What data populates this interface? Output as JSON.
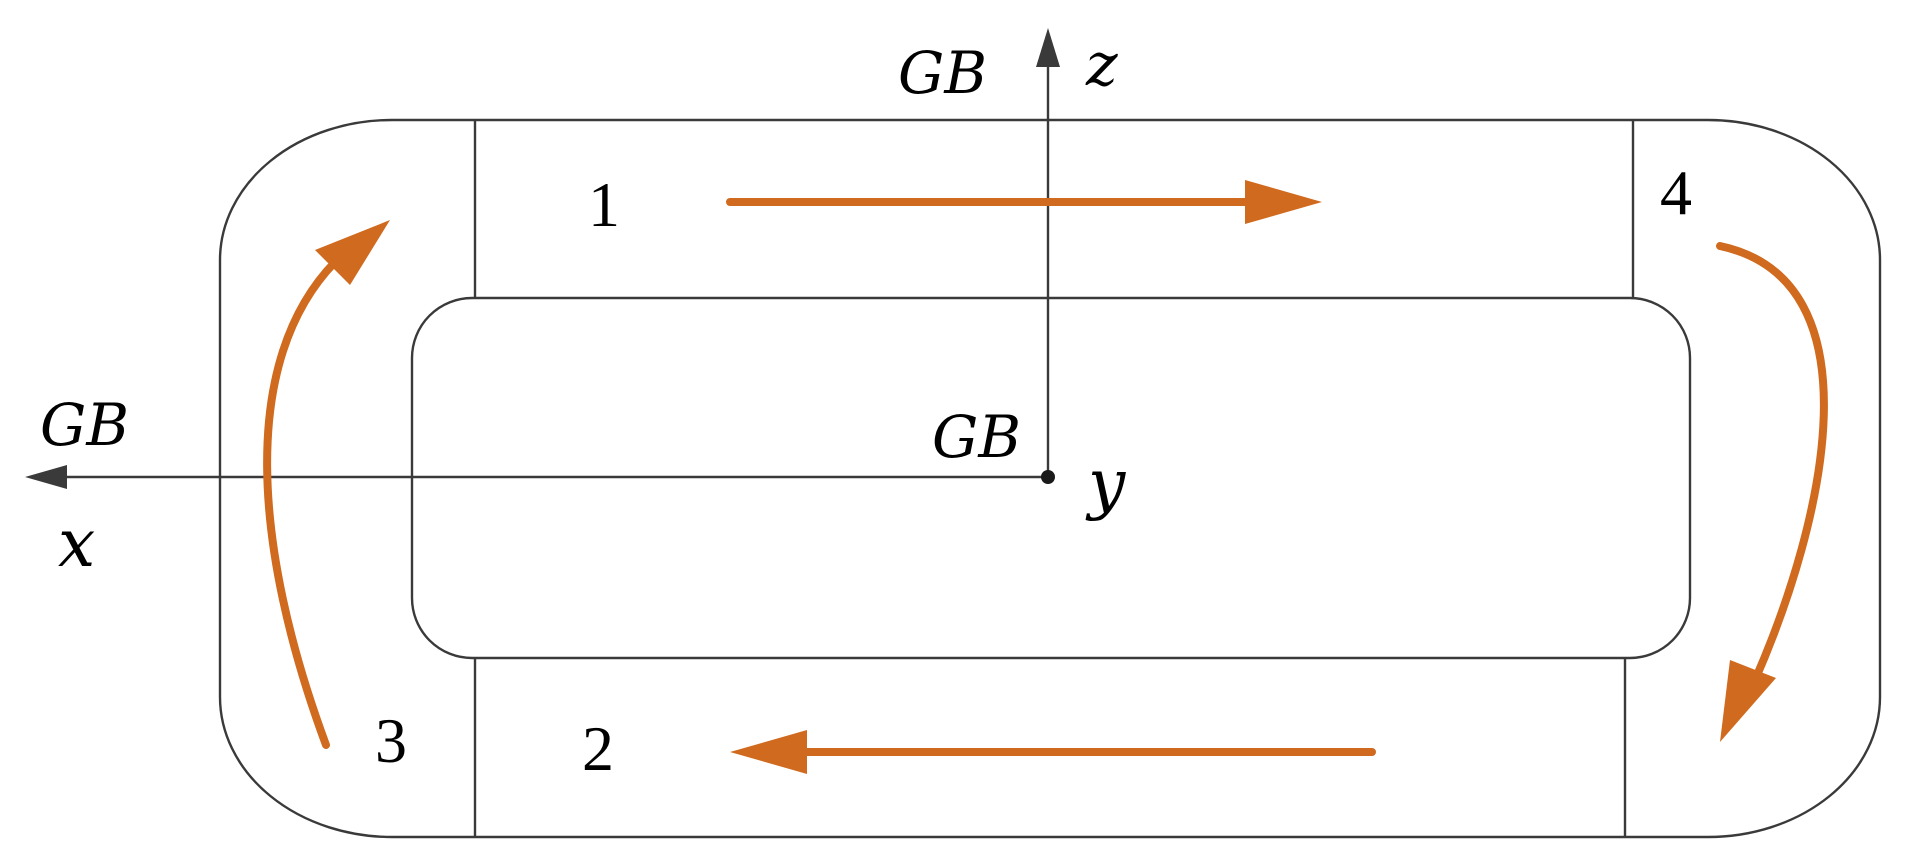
{
  "colors": {
    "outline": "#3a3a3a",
    "flow_arrow": "#d06a1e",
    "background": "#ffffff"
  },
  "labels": {
    "z_axis_gb": "GB",
    "z_axis": "z",
    "x_axis_gb": "GB",
    "x_axis": "x",
    "origin_gb": "GB",
    "y_axis": "y"
  },
  "segments": [
    {
      "number": "1"
    },
    {
      "number": "2"
    },
    {
      "number": "3"
    },
    {
      "number": "4"
    }
  ]
}
